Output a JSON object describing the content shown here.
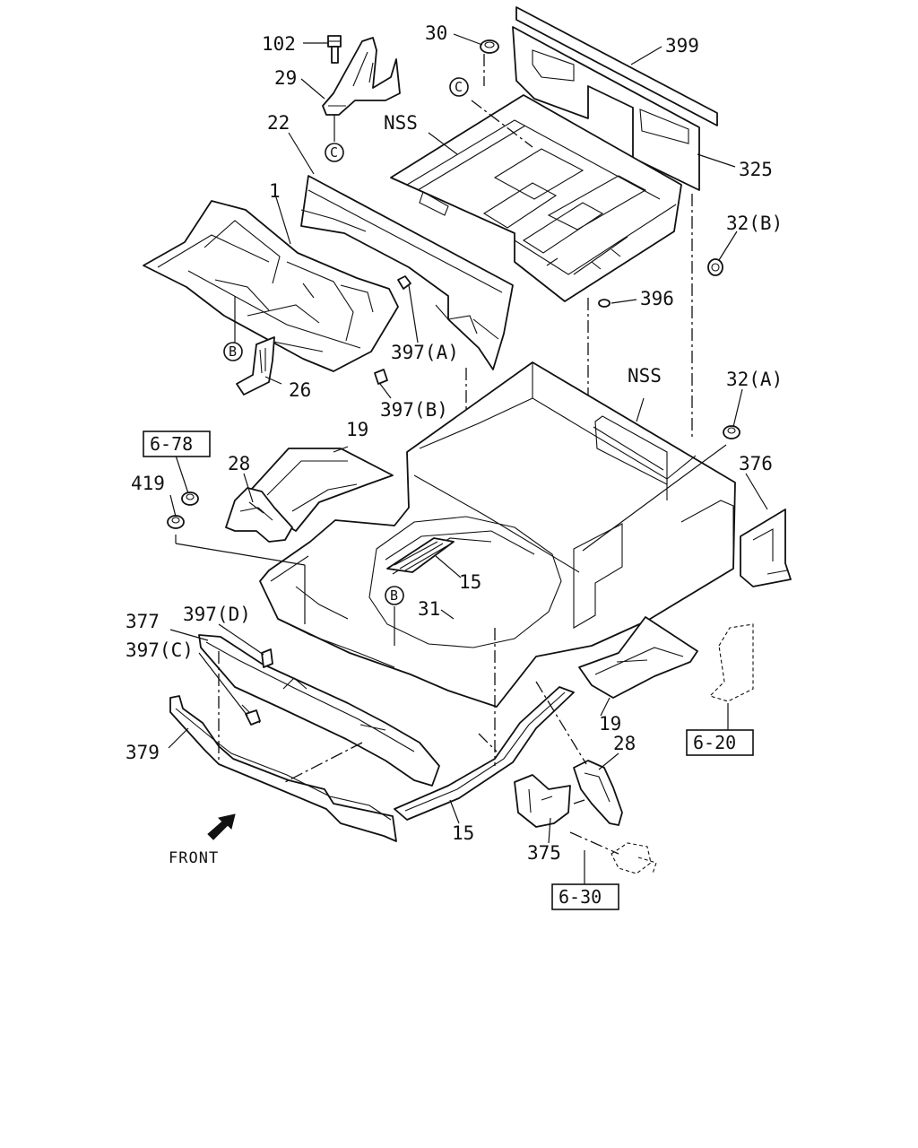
{
  "labels": {
    "p102": "102",
    "p29": "29",
    "p30": "30",
    "p399": "399",
    "p22": "22",
    "nss_top": "NSS",
    "p325": "325",
    "p1": "1",
    "p32b": "32(B)",
    "p396": "396",
    "p397a": "397(A)",
    "p26": "26",
    "p397b": "397(B)",
    "nss_mid": "NSS",
    "p32a": "32(A)",
    "p19_top": "19",
    "p28_left": "28",
    "p419": "419",
    "p376": "376",
    "p15_mid": "15",
    "p377": "377",
    "p397d": "397(D)",
    "p397c": "397(C)",
    "p31": "31",
    "p19_right": "19",
    "p379": "379",
    "p28_right": "28",
    "p15_low": "15",
    "p375": "375",
    "front": "FRONT"
  },
  "circled_refs": {
    "c_top": "C",
    "c_mid": "C",
    "b_left": "B",
    "b_mid": "B"
  },
  "section_refs": {
    "s678": "6-78",
    "s620": "6-20",
    "s630": "6-30"
  },
  "icons": {
    "front_arrow": "arrow-down-left-icon"
  }
}
